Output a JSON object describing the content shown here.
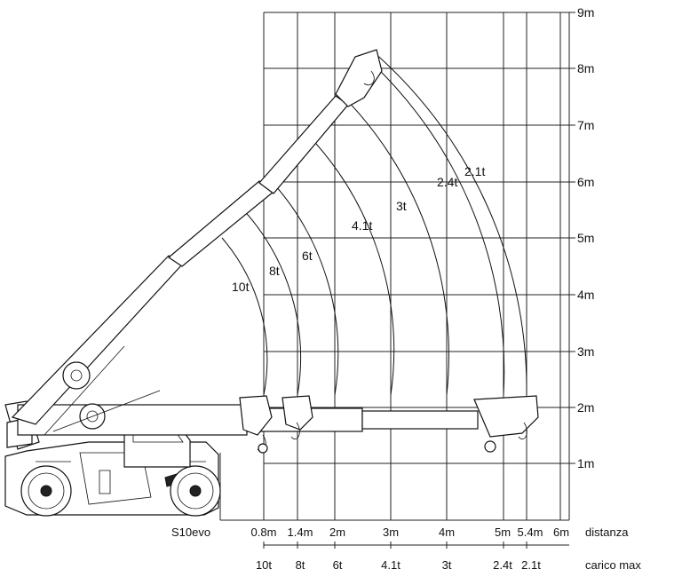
{
  "model_label": "S10evo",
  "height_axis": [
    "9m",
    "8m",
    "7m",
    "6m",
    "5m",
    "4m",
    "3m",
    "2m",
    "1m"
  ],
  "distance_axis": {
    "title": "distanza",
    "ticks": [
      "0.8m",
      "1.4m",
      "2m",
      "3m",
      "4m",
      "5m",
      "5.4m",
      "6m"
    ]
  },
  "load_axis": {
    "title": "carico max",
    "ticks": [
      "10t",
      "8t",
      "6t",
      "4.1t",
      "3t",
      "2.4t",
      "2.1t"
    ]
  },
  "arc_labels": [
    "10t",
    "8t",
    "6t",
    "4.1t",
    "3t",
    "2.4t",
    "2.1t"
  ],
  "colors": {
    "line": "#111111",
    "background": "#ffffff"
  }
}
